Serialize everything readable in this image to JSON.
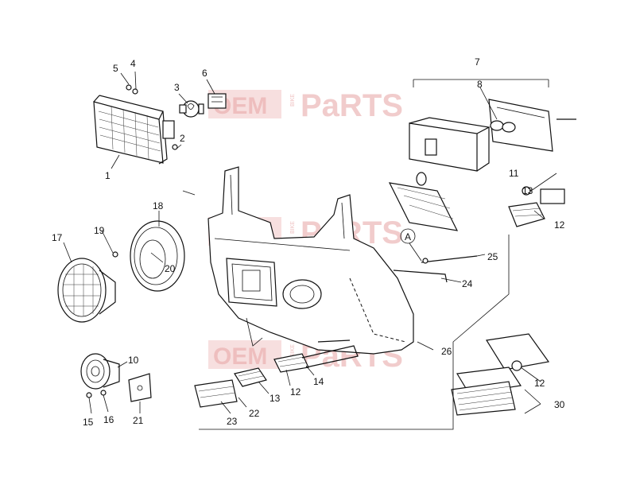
{
  "watermark": {
    "oem": "OEM",
    "bike": "BIKE",
    "parts": "PaRTS"
  },
  "callouts": {
    "c1": "1",
    "c2": "2",
    "c3": "3",
    "c4": "4",
    "c5": "5",
    "c6": "6",
    "c7": "7",
    "c8": "8",
    "c10": "10",
    "c11": "11",
    "c12a": "12",
    "c12b": "12",
    "c12c": "12",
    "c13a": "13",
    "c13b": "13",
    "c14": "14",
    "c15": "15",
    "c16": "16",
    "c17": "17",
    "c18": "18",
    "c19": "19",
    "c20": "20",
    "c21": "21",
    "c22": "22",
    "c23": "23",
    "c24": "24",
    "c25": "25",
    "c26": "26",
    "c30": "30",
    "cA": "A"
  }
}
